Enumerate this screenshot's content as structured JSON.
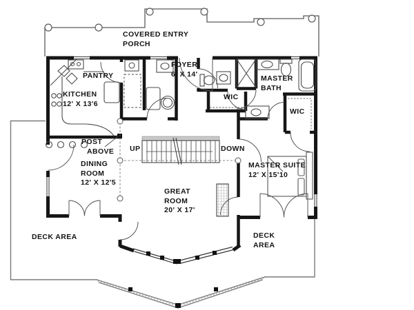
{
  "rooms": {
    "porch": {
      "line1": "COVERED ENTRY",
      "line2": "PORCH"
    },
    "foyer": {
      "name": "FOYER",
      "dims": "6' X 14'"
    },
    "pantry": {
      "name": "PANTRY"
    },
    "kitchen": {
      "name": "KITCHEN",
      "dims": "12' X 13'6"
    },
    "master_bath": {
      "line1": "MASTER",
      "line2": "BATH"
    },
    "wic_left": {
      "name": "WIC"
    },
    "wic_right": {
      "name": "WIC"
    },
    "post_above": {
      "line1": "POST",
      "line2": "ABOVE"
    },
    "stairs": {
      "up": "UP",
      "down": "DOWN"
    },
    "dining": {
      "line1": "DINING",
      "line2": "ROOM",
      "dims": "12' X 12'5"
    },
    "master_suite": {
      "name": "MASTER SUITE",
      "dims": "12' X 15'10"
    },
    "great_room": {
      "line1": "GREAT",
      "line2": "ROOM",
      "dims": "20' X 17'"
    },
    "deck_left": {
      "name": "DECK AREA"
    },
    "deck_right": {
      "line1": "DECK",
      "line2": "AREA"
    }
  },
  "colors": {
    "walls": "#161616",
    "fixtures": "#4a4a4a",
    "deck_outline": "#7a7a7a",
    "text": "#141414",
    "background": "#ffffff"
  }
}
